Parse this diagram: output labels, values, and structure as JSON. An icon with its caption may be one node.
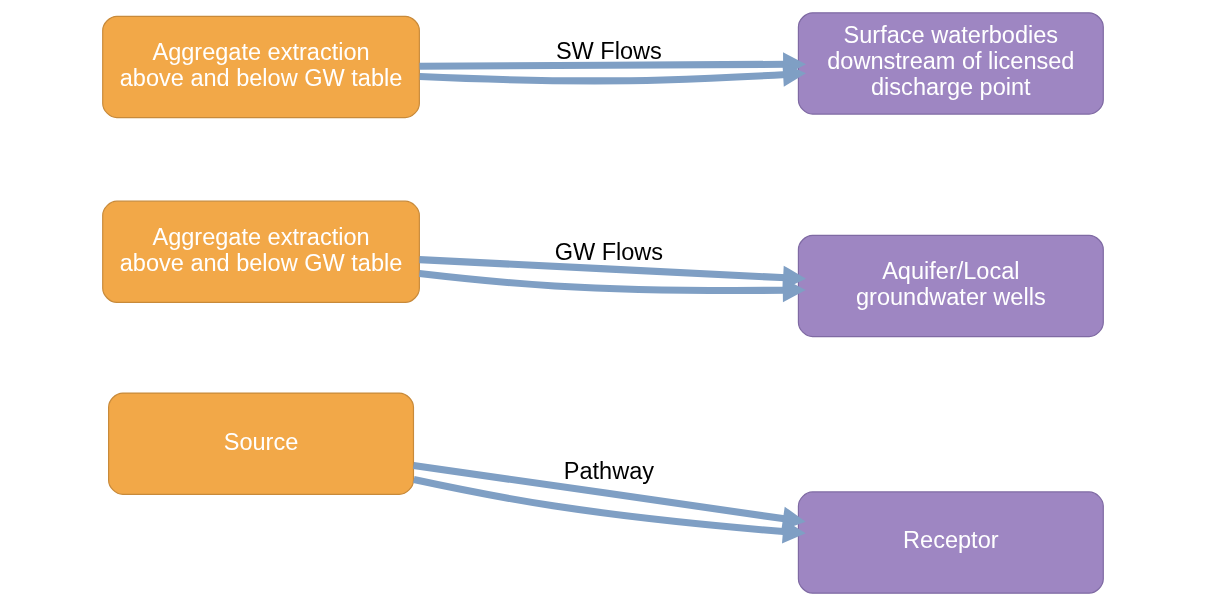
{
  "diagram": {
    "nodes": [
      {
        "text": [
          "Source"
        ]
      },
      {
        "text": [
          "Receptor"
        ]
      },
      {
        "text": [
          "Aggregate extraction above and below GW table"
        ]
      },
      {
        "text": [
          "Aquifer/Local groundwater wells"
        ]
      },
      {
        "text": [
          "Aggregate extraction above and below GW table"
        ]
      },
      {
        "text": [
          "Surface waterbodies downstream of licensed discharge point"
        ]
      }
    ],
    "edges": [
      {
        "from": 0,
        "to": 1,
        "arrow": "to",
        "label": "Pathway"
      },
      {
        "from": 0,
        "to": 1,
        "arrow": "to"
      },
      {
        "from": 2,
        "to": 3,
        "arrow": "to",
        "label": "GW Flows"
      },
      {
        "from": 2,
        "to": 3,
        "arrow": "to"
      },
      {
        "from": 4,
        "to": 5,
        "arrow": "to",
        "label": "SW Flows"
      },
      {
        "from": 4,
        "to": 5,
        "arrow": "to"
      }
    ]
  }
}
